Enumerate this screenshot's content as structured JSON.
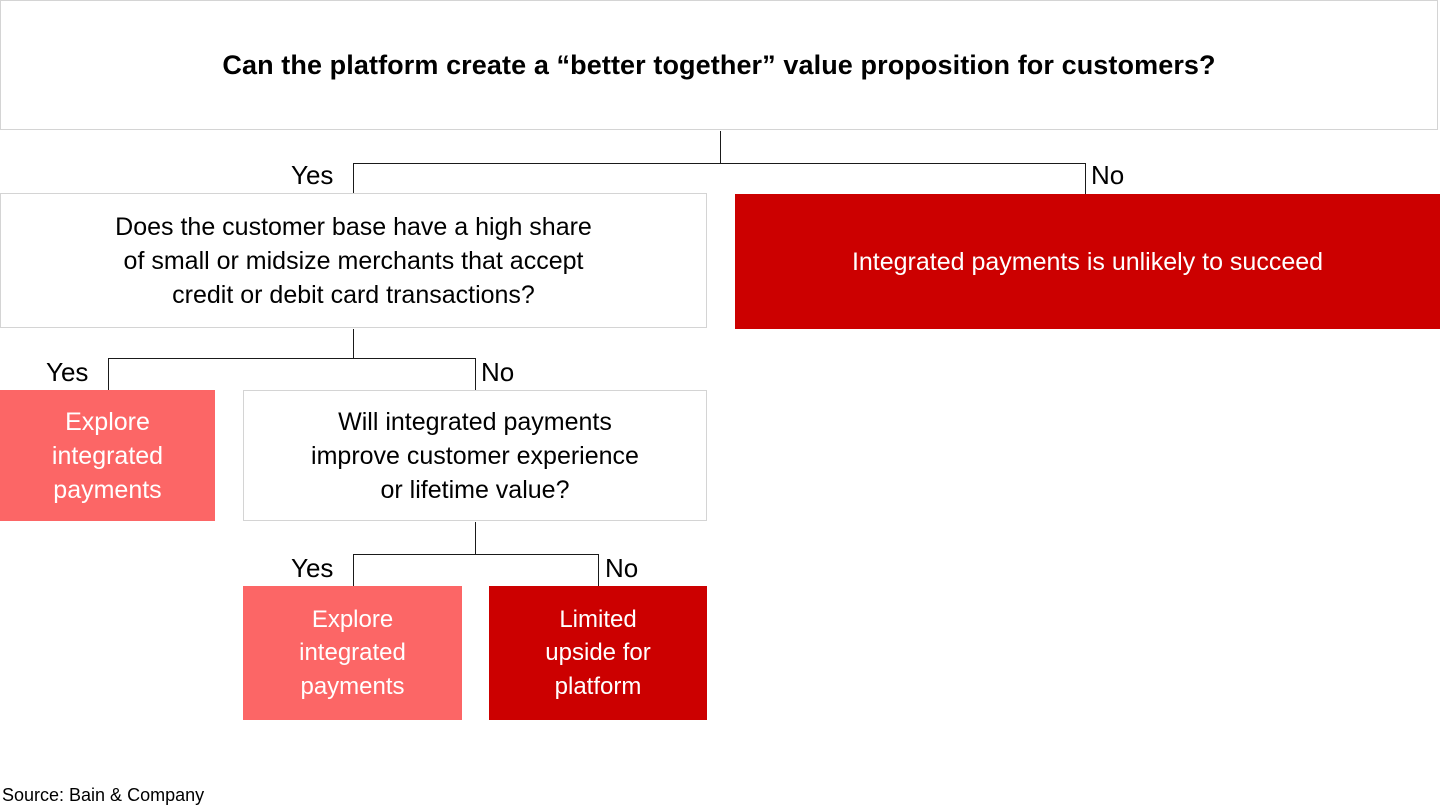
{
  "title": {
    "text": "Can the platform create a “better together” value proposition for customers?"
  },
  "colors": {
    "outcome_dark_red": "#CC0000",
    "outcome_light_red": "#FC6666",
    "box_border": "#D4D4D4",
    "connector": "#1A1A1A",
    "text_dark": "#000000",
    "text_light": "#FFFFFF",
    "background": "#FFFFFF"
  },
  "branches": {
    "level1": {
      "yes_label": "Yes",
      "no_label": "No"
    },
    "level2": {
      "yes_label": "Yes",
      "no_label": "No"
    },
    "level3": {
      "yes_label": "Yes",
      "no_label": "No"
    }
  },
  "nodes": {
    "question1": {
      "line1": "Does the customer base have a high share",
      "line2": "of small or midsize merchants that accept",
      "line3": "credit or debit card transactions?"
    },
    "outcome_unlikely": {
      "text": "Integrated payments is unlikely to succeed"
    },
    "outcome_explore_left": {
      "line1": "Explore",
      "line2": "integrated",
      "line3": "payments"
    },
    "question2": {
      "line1": "Will integrated payments",
      "line2": "improve customer experience",
      "line3": "or lifetime value?"
    },
    "outcome_explore_bottom": {
      "line1": "Explore",
      "line2": "integrated",
      "line3": "payments"
    },
    "outcome_limited_upside": {
      "line1": "Limited",
      "line2": "upside for",
      "line3": "platform"
    }
  },
  "footer": {
    "source": "Source: Bain & Company"
  }
}
